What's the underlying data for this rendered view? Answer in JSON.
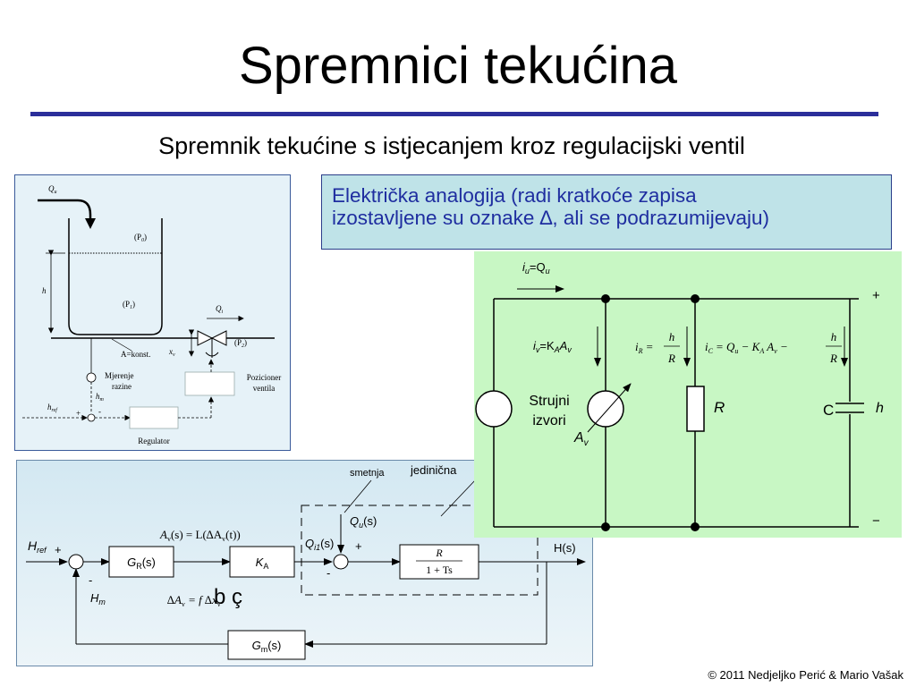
{
  "title": "Spremnici tekućina",
  "subtitle": "Spremnik tekućine s istjecanjem kroz regulacijski ventil",
  "analogy": {
    "line1": "Električka analogija (radi kratkoće zapisa",
    "line2": "izostavljene su oznake ∆, ali se podrazumijevaju)"
  },
  "tank": {
    "qu": "Q",
    "qu_sub": "u",
    "p0": "(P",
    "p0_sub": "0",
    "p1": "(P",
    "p1_sub": "1",
    "p2": "(P",
    "p2_sub": "2",
    "close": ")",
    "h": "h",
    "qi": "Q",
    "qi_sub": "i",
    "xv": "x",
    "xv_sub": "v",
    "area": "A=konst.",
    "measure1": "Mjerenje",
    "measure2": "razine",
    "hm": "h",
    "hm_sub": "m",
    "href": "h",
    "href_sub": "ref",
    "plus": "+",
    "minus": "-",
    "positioner1": "Pozicioner",
    "positioner2": "ventila",
    "regulator": "Regulator"
  },
  "block": {
    "href": "H",
    "href_sub": "ref",
    "hm": "H",
    "hm_sub": "m",
    "plus": "+",
    "minus": "-",
    "gr": "G",
    "gr_sub": "R",
    "s": "(s)",
    "ka": "K",
    "ka_sub": "A",
    "av_eq": "A",
    "av_eq_rest": "(s) = L(∆A",
    "av_eq_end": "(t))",
    "v": "v",
    "smetnja": "smetnja",
    "jedinicna": "jedinična",
    "qu": "Q",
    "qu_sub": "u",
    "qu_s": "(s)",
    "qi1": "Q",
    "qi1_sub": "i1",
    "qi1_s": "(s)",
    "r": "R",
    "den": "1 + Ts",
    "hs": "H(s)",
    "delta_eq": "∆A",
    "delta_eq_rest": " = f ",
    "delta_eq_x": "∆x",
    "bc": "b ç",
    "gm": "G",
    "gm_sub": "m",
    "gm_s": "(s)"
  },
  "circuit": {
    "iu": "i",
    "iu_sub": "u",
    "iu_eq": "=Q",
    "qu_sub": "u",
    "iv": "i",
    "iv_sub": "v",
    "iv_eq": "=K",
    "ka_sub": "A",
    "av": "A",
    "av_sub": "v",
    "ir": "i",
    "ir_sub": "R",
    "eq": "=",
    "h": "h",
    "r": "R",
    "ic": "i",
    "ic_sub": "C",
    "ic_rhs": "= Q",
    "ic_q_sub": "u",
    "ic_k": " − K",
    "ic_k_sub": "A",
    "ic_a": " A",
    "ic_a_sub": "v",
    "ic_minus": " −",
    "strujni": "Strujni",
    "izvori": "izvori",
    "av2": "A",
    "av2_sub": "v",
    "r_label": "R",
    "c_label": "C",
    "h_label": "h",
    "plus": "+",
    "minus": "−"
  },
  "copyright": "© 2011 Nedjeljko Perić & Mario Vašak"
}
